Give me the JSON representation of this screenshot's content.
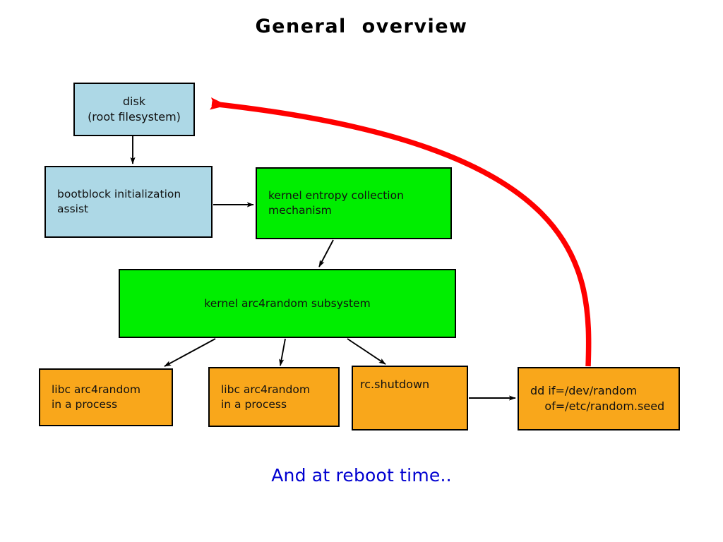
{
  "slide": {
    "title": "General  overview",
    "footer_note": "And at reboot time..",
    "background_color": "#ffffff",
    "title_color": "#000000",
    "footer_color": "#0000d0"
  },
  "palette": {
    "blue_fill": "#add8e6",
    "green_fill": "#00ee00",
    "orange_fill": "#f9a71b",
    "stroke": "#000000",
    "feedback_arrow": "#ff0000"
  },
  "nodes": [
    {
      "id": "disk",
      "label": "disk\n(root filesystem)",
      "line1": "disk",
      "line2": "(root filesystem)",
      "fill": "blue",
      "align": "center"
    },
    {
      "id": "bootblock",
      "label": "bootblock initialization\nassist",
      "line1": "bootblock initialization",
      "line2": "assist",
      "fill": "blue",
      "align": "left"
    },
    {
      "id": "entropy",
      "label": "kernel entropy collection\nmechanism",
      "line1": "kernel entropy collection",
      "line2": "mechanism",
      "fill": "green",
      "align": "left"
    },
    {
      "id": "arc4",
      "label": "kernel arc4random subsystem",
      "fill": "green",
      "align": "center"
    },
    {
      "id": "libc1",
      "label": "libc arc4random\nin a process",
      "line1": "libc arc4random",
      "line2": "in a process",
      "fill": "orange",
      "align": "left"
    },
    {
      "id": "libc2",
      "label": "libc arc4random\nin a process",
      "line1": "libc arc4random",
      "line2": "in a process",
      "fill": "orange",
      "align": "left"
    },
    {
      "id": "rcshutdown",
      "label": "rc.shutdown",
      "fill": "orange",
      "align": "top-left"
    },
    {
      "id": "ddseed",
      "label": "dd if=/dev/random\n    of=/etc/random.seed",
      "line1": "dd if=/dev/random",
      "line2": "    of=/etc/random.seed",
      "fill": "orange",
      "align": "left"
    }
  ],
  "edges": [
    {
      "id": "disk-to-bootblock",
      "from": "disk",
      "to": "bootblock",
      "style": "black-arrow"
    },
    {
      "id": "bootblock-to-entropy",
      "from": "bootblock",
      "to": "entropy",
      "style": "black-arrow"
    },
    {
      "id": "entropy-to-arc4",
      "from": "entropy",
      "to": "arc4",
      "style": "black-arrow"
    },
    {
      "id": "arc4-to-libc1",
      "from": "arc4",
      "to": "libc1",
      "style": "black-arrow"
    },
    {
      "id": "arc4-to-libc2",
      "from": "arc4",
      "to": "libc2",
      "style": "black-arrow"
    },
    {
      "id": "arc4-to-rcshutdown",
      "from": "arc4",
      "to": "rcshutdown",
      "style": "black-arrow"
    },
    {
      "id": "rcshutdown-to-ddseed",
      "from": "rcshutdown",
      "to": "ddseed",
      "style": "black-arrow"
    },
    {
      "id": "ddseed-to-disk",
      "from": "ddseed",
      "to": "disk",
      "style": "red-curve-arrow"
    }
  ]
}
